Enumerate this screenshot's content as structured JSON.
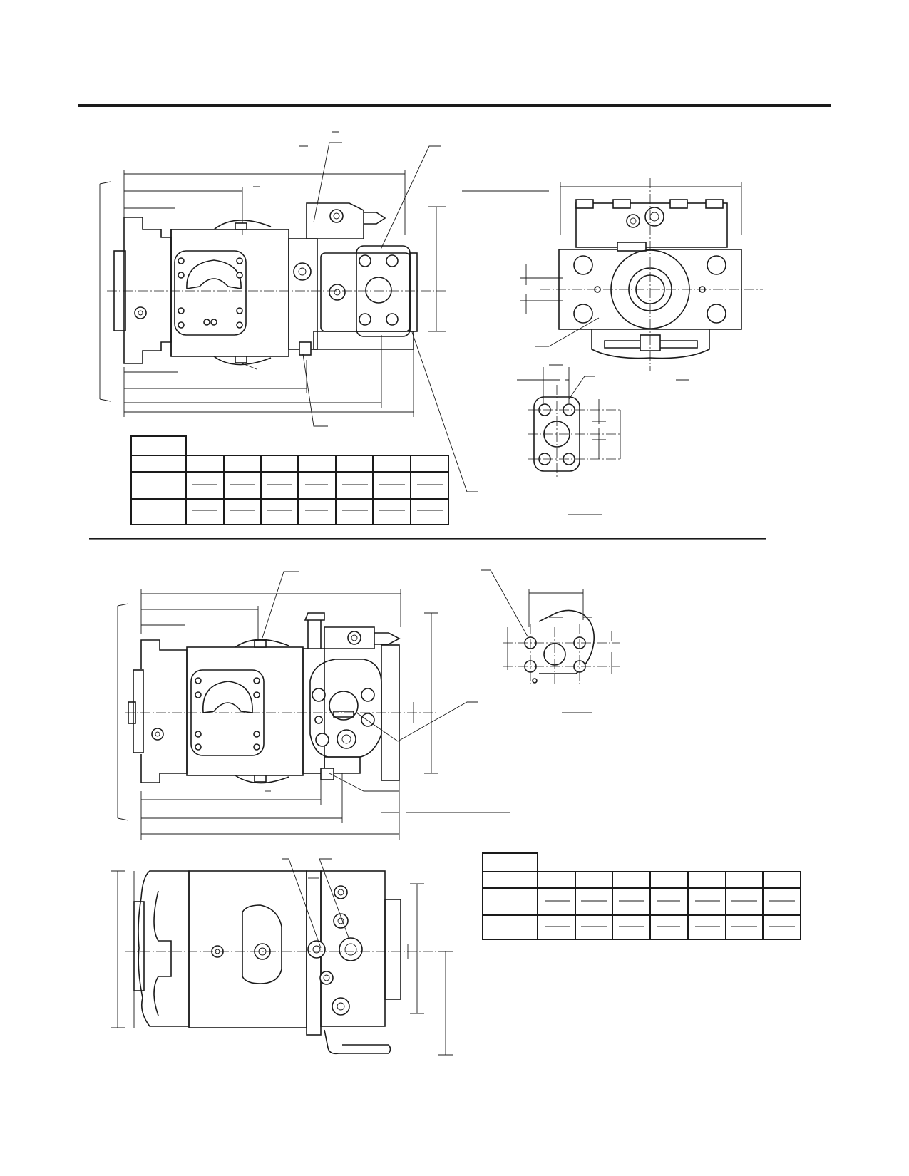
{
  "page": {
    "background": "#ffffff",
    "line_color": "#1a1a1a"
  },
  "figures": [
    {
      "id": "unit-1-side-view",
      "icon": "pump-side-view"
    },
    {
      "id": "unit-1-end-view",
      "icon": "pump-end-view"
    },
    {
      "id": "unit-1-port-detail",
      "icon": "port-flange-detail"
    },
    {
      "id": "unit-2-side-view",
      "icon": "pump-side-view"
    },
    {
      "id": "unit-2-port-detail",
      "icon": "port-flange-detail"
    },
    {
      "id": "unit-2-top-view",
      "icon": "pump-top-view"
    }
  ],
  "tables": [
    {
      "id": "dimension-table-1",
      "data_columns": 7,
      "rows": 3
    },
    {
      "id": "dimension-table-2",
      "data_columns": 7,
      "rows": 3
    }
  ]
}
